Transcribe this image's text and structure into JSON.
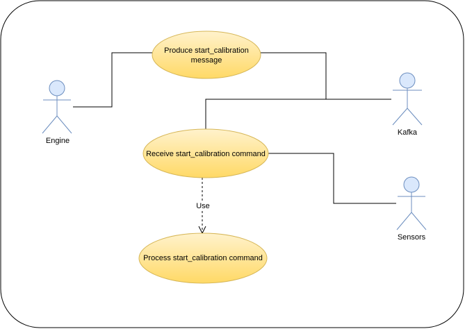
{
  "use_cases": [
    {
      "id": "produce",
      "lines": [
        "Produce start_calibration",
        "message"
      ]
    },
    {
      "id": "receive",
      "lines": [
        "Receive start_calibration command"
      ]
    },
    {
      "id": "process",
      "lines": [
        "Process start_calibration command"
      ]
    }
  ],
  "actors": [
    {
      "id": "engine",
      "label": "Engine"
    },
    {
      "id": "kafka",
      "label": "Kafka"
    },
    {
      "id": "sensors",
      "label": "Sensors"
    }
  ],
  "relationships": [
    {
      "from": "engine",
      "to": "produce",
      "type": "association"
    },
    {
      "from": "produce",
      "to": "kafka",
      "type": "association"
    },
    {
      "from": "receive",
      "to": "kafka",
      "type": "association"
    },
    {
      "from": "receive",
      "to": "sensors",
      "type": "association"
    },
    {
      "from": "receive",
      "to": "process",
      "type": "dependency",
      "label": "Use"
    }
  ],
  "colors": {
    "use_case_fill_top": "#fff2cc",
    "use_case_fill_bottom": "#ffd966",
    "use_case_stroke": "#d6b656",
    "actor_fill": "#dae8fc",
    "actor_stroke": "#6c8ebf",
    "line": "#000000",
    "frame_stroke": "#000000"
  }
}
